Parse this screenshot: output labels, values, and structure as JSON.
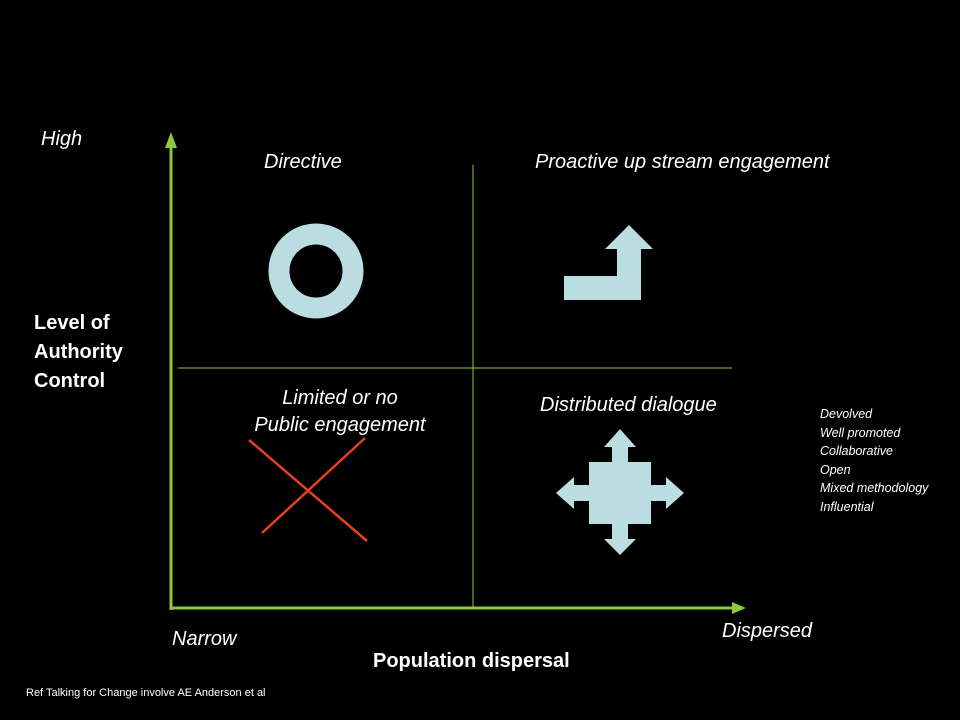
{
  "axes": {
    "y_high": "High",
    "y_title_lines": [
      "Level of",
      "Authority",
      "Control"
    ],
    "x_low": "Narrow",
    "x_high": "Dispersed",
    "x_title": "Population dispersal",
    "axis_color": "#8dc63f"
  },
  "quadrants": {
    "top_left": {
      "label": "Directive",
      "icon": "ring-icon"
    },
    "top_right": {
      "label": "Proactive up stream engagement",
      "icon": "up-arrow-icon"
    },
    "bottom_left": {
      "label_lines": [
        "Limited or no",
        "Public engagement"
      ],
      "icon": "cross-icon"
    },
    "bottom_right": {
      "label": "Distributed dialogue",
      "icon": "four-way-arrow-icon"
    }
  },
  "attributes": [
    "Devolved",
    "Well promoted",
    "Collaborative",
    "Open",
    "Mixed methodology",
    "Influential"
  ],
  "reference": "Ref Talking  for Change  involve AE Anderson et al",
  "colors": {
    "background": "#000000",
    "text": "#ffffff",
    "shape_fill": "#b9dde1",
    "divider": "#8dc63f",
    "cross": "#e8401c"
  }
}
